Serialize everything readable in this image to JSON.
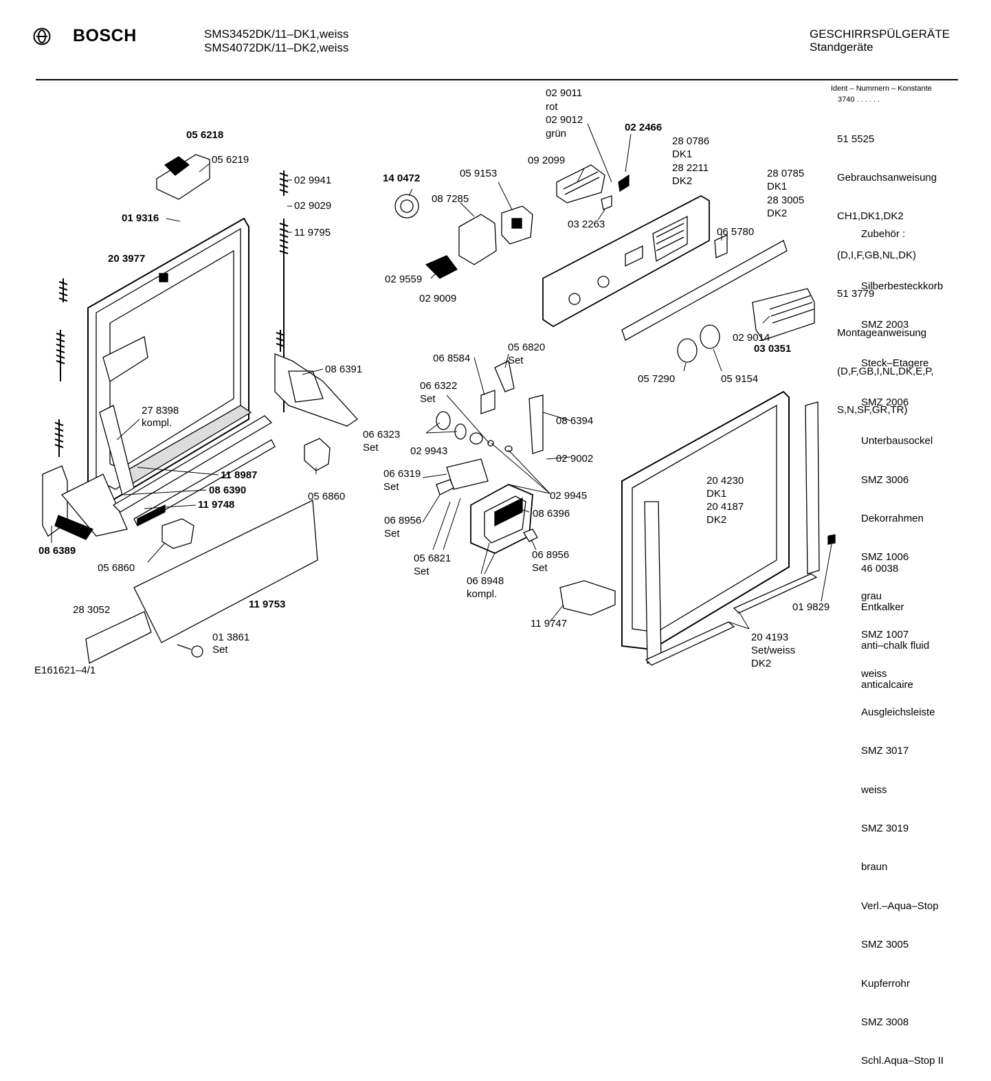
{
  "header": {
    "brand": "BOSCH",
    "models": [
      "SMS3452DK/11–DK1,weiss",
      "SMS4072DK/11–DK2,weiss"
    ],
    "category": "GESCHIRRSPÜLGERÄTE",
    "subcategory": "Standgeräte"
  },
  "ident": {
    "title": "Ident – Nummern – Konstante",
    "code": "3740 . .  . . . .",
    "lines": [
      "51 5525",
      "Gebrauchsanweisung",
      "CH1,DK1,DK2",
      "(D,I,F,GB,NL,DK)",
      "51 3779",
      "Montageanweisung",
      "(D,F,GB,I,NL,DK,E,P,",
      "S,N,SF,GR,TR)"
    ]
  },
  "accessories": {
    "title": "Zubehör :",
    "lines": [
      "Silberbesteckkorb",
      "SMZ 2003",
      "Steck–Etagere",
      "SMZ 2006",
      "Unterbausockel",
      "SMZ 3006",
      "Dekorrahmen",
      "SMZ 1006",
      "grau",
      "SMZ 1007",
      "weiss",
      "Ausgleichsleiste",
      "SMZ 3017",
      "weiss",
      "SMZ 3019",
      "braun",
      "Verl.–Aqua–Stop",
      "SMZ 3005",
      "Kupferrohr",
      "SMZ 3008",
      "Schl.Aqua–Stop II"
    ],
    "extra": [
      "46 0038",
      "Entkalker",
      "anti–chalk fluid",
      "anticalcaire"
    ]
  },
  "footer": {
    "drawing_id": "E161621–4/1"
  },
  "labels": {
    "l056218": "05 6218",
    "l056219": "05 6219",
    "l029941": "02 9941",
    "l029029": "02 9029",
    "l019316": "01 9316",
    "l119795": "11 9795",
    "l203977": "20 3977",
    "l086391": "08 6391",
    "l278398": "27 8398\nkompl.",
    "l118987": "11 8987",
    "l086390": "08 6390",
    "l119748": "11 9748",
    "l086389": "08 6389",
    "l056860a": "05 6860",
    "l056860b": "05 6860",
    "l283052": "28 3052",
    "l119753": "11 9753",
    "l013861": "01 3861\nSet",
    "l140472": "14 0472",
    "l059153": "05 9153",
    "l087285": "08 7285",
    "l029559": "02 9559",
    "l029009": "02 9009",
    "l029011": "02 9011\nrot\n02 9012\ngrün",
    "l022466": "02 2466",
    "l092099": "09 2099",
    "l032263": "03 2263",
    "l280786": "28 0786\nDK1\n28 2211\nDK2",
    "l280785": "28 0785\nDK1\n28 3005\nDK2",
    "l065780": "06 5780",
    "l029014": "02 9014",
    "l030351": "03 0351",
    "l057290": "05 7290",
    "l059154": "05 9154",
    "l068584": "06 8584",
    "l056820": "05 6820\nSet",
    "l066322": "06 6322\nSet",
    "l066323": "06 6323\nSet",
    "l086394": "08 6394",
    "l029943": "02 9943",
    "l029002": "02 9002",
    "l066319": "06 6319\nSet",
    "l029945": "02 9945",
    "l068956a": "06 8956\nSet",
    "l086396": "08 6396",
    "l056821": "05 6821\nSet",
    "l068948": "06 8948\nkompl.",
    "l068956b": "06 8956\nSet",
    "l204230": "20 4230\nDK1\n20 4187\nDK2",
    "l119747": "11 9747",
    "l019829": "01 9829",
    "l204193": "20 4193\nSet/weiss\nDK2"
  }
}
